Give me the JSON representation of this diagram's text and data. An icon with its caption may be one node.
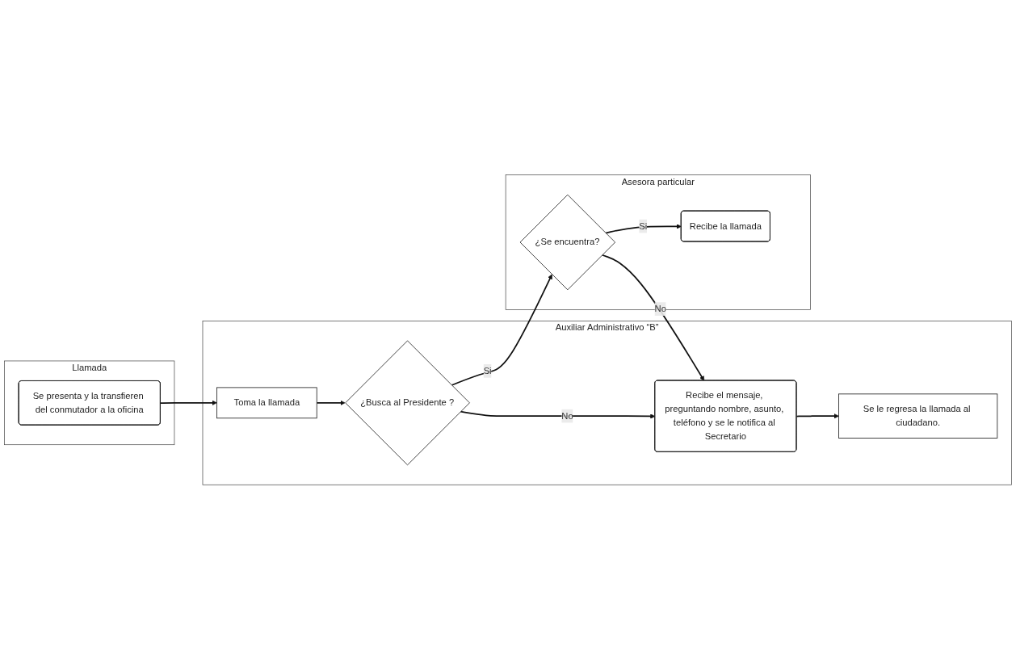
{
  "diagram": {
    "nodes": [
      {
        "text": [
          "Llamada"
        ]
      },
      {
        "text": [
          "Auxiliar Administrativo “B”"
        ]
      },
      {
        "text": [
          "Asesora particular"
        ]
      },
      {
        "text": [
          "Se presenta y la transfieren del conmutador a la oficina"
        ],
        "in": 0
      },
      {
        "text": [
          "Toma la llamada"
        ],
        "in": 1
      },
      {
        "text": [
          "¿Busca al Presidente ?"
        ],
        "in": 1
      },
      {
        "text": [
          "Recibe el mensaje, preguntando nombre, asunto, teléfono y se le notifica al Secretario"
        ],
        "in": 1
      },
      {
        "text": [
          "Se le regresa la llamada al ciudadano."
        ],
        "in": 1
      },
      {
        "text": [
          "¿Se encuentra?"
        ],
        "in": 2
      },
      {
        "text": [
          "Recibe la llamada"
        ],
        "in": 2
      }
    ],
    "edges": [
      {
        "from": 3,
        "to": 4,
        "arrow": "to"
      },
      {
        "from": 4,
        "to": 5,
        "arrow": "to"
      },
      {
        "from": 5,
        "to": 8,
        "label": "Si",
        "arrow": "to"
      },
      {
        "from": 5,
        "to": 6,
        "label": "No",
        "arrow": "to"
      },
      {
        "from": 8,
        "to": 6,
        "label": "No",
        "arrow": "to"
      },
      {
        "from": 8,
        "to": 9,
        "label": "Si",
        "arrow": "to"
      },
      {
        "from": 6,
        "to": 7,
        "arrow": "to"
      }
    ]
  }
}
